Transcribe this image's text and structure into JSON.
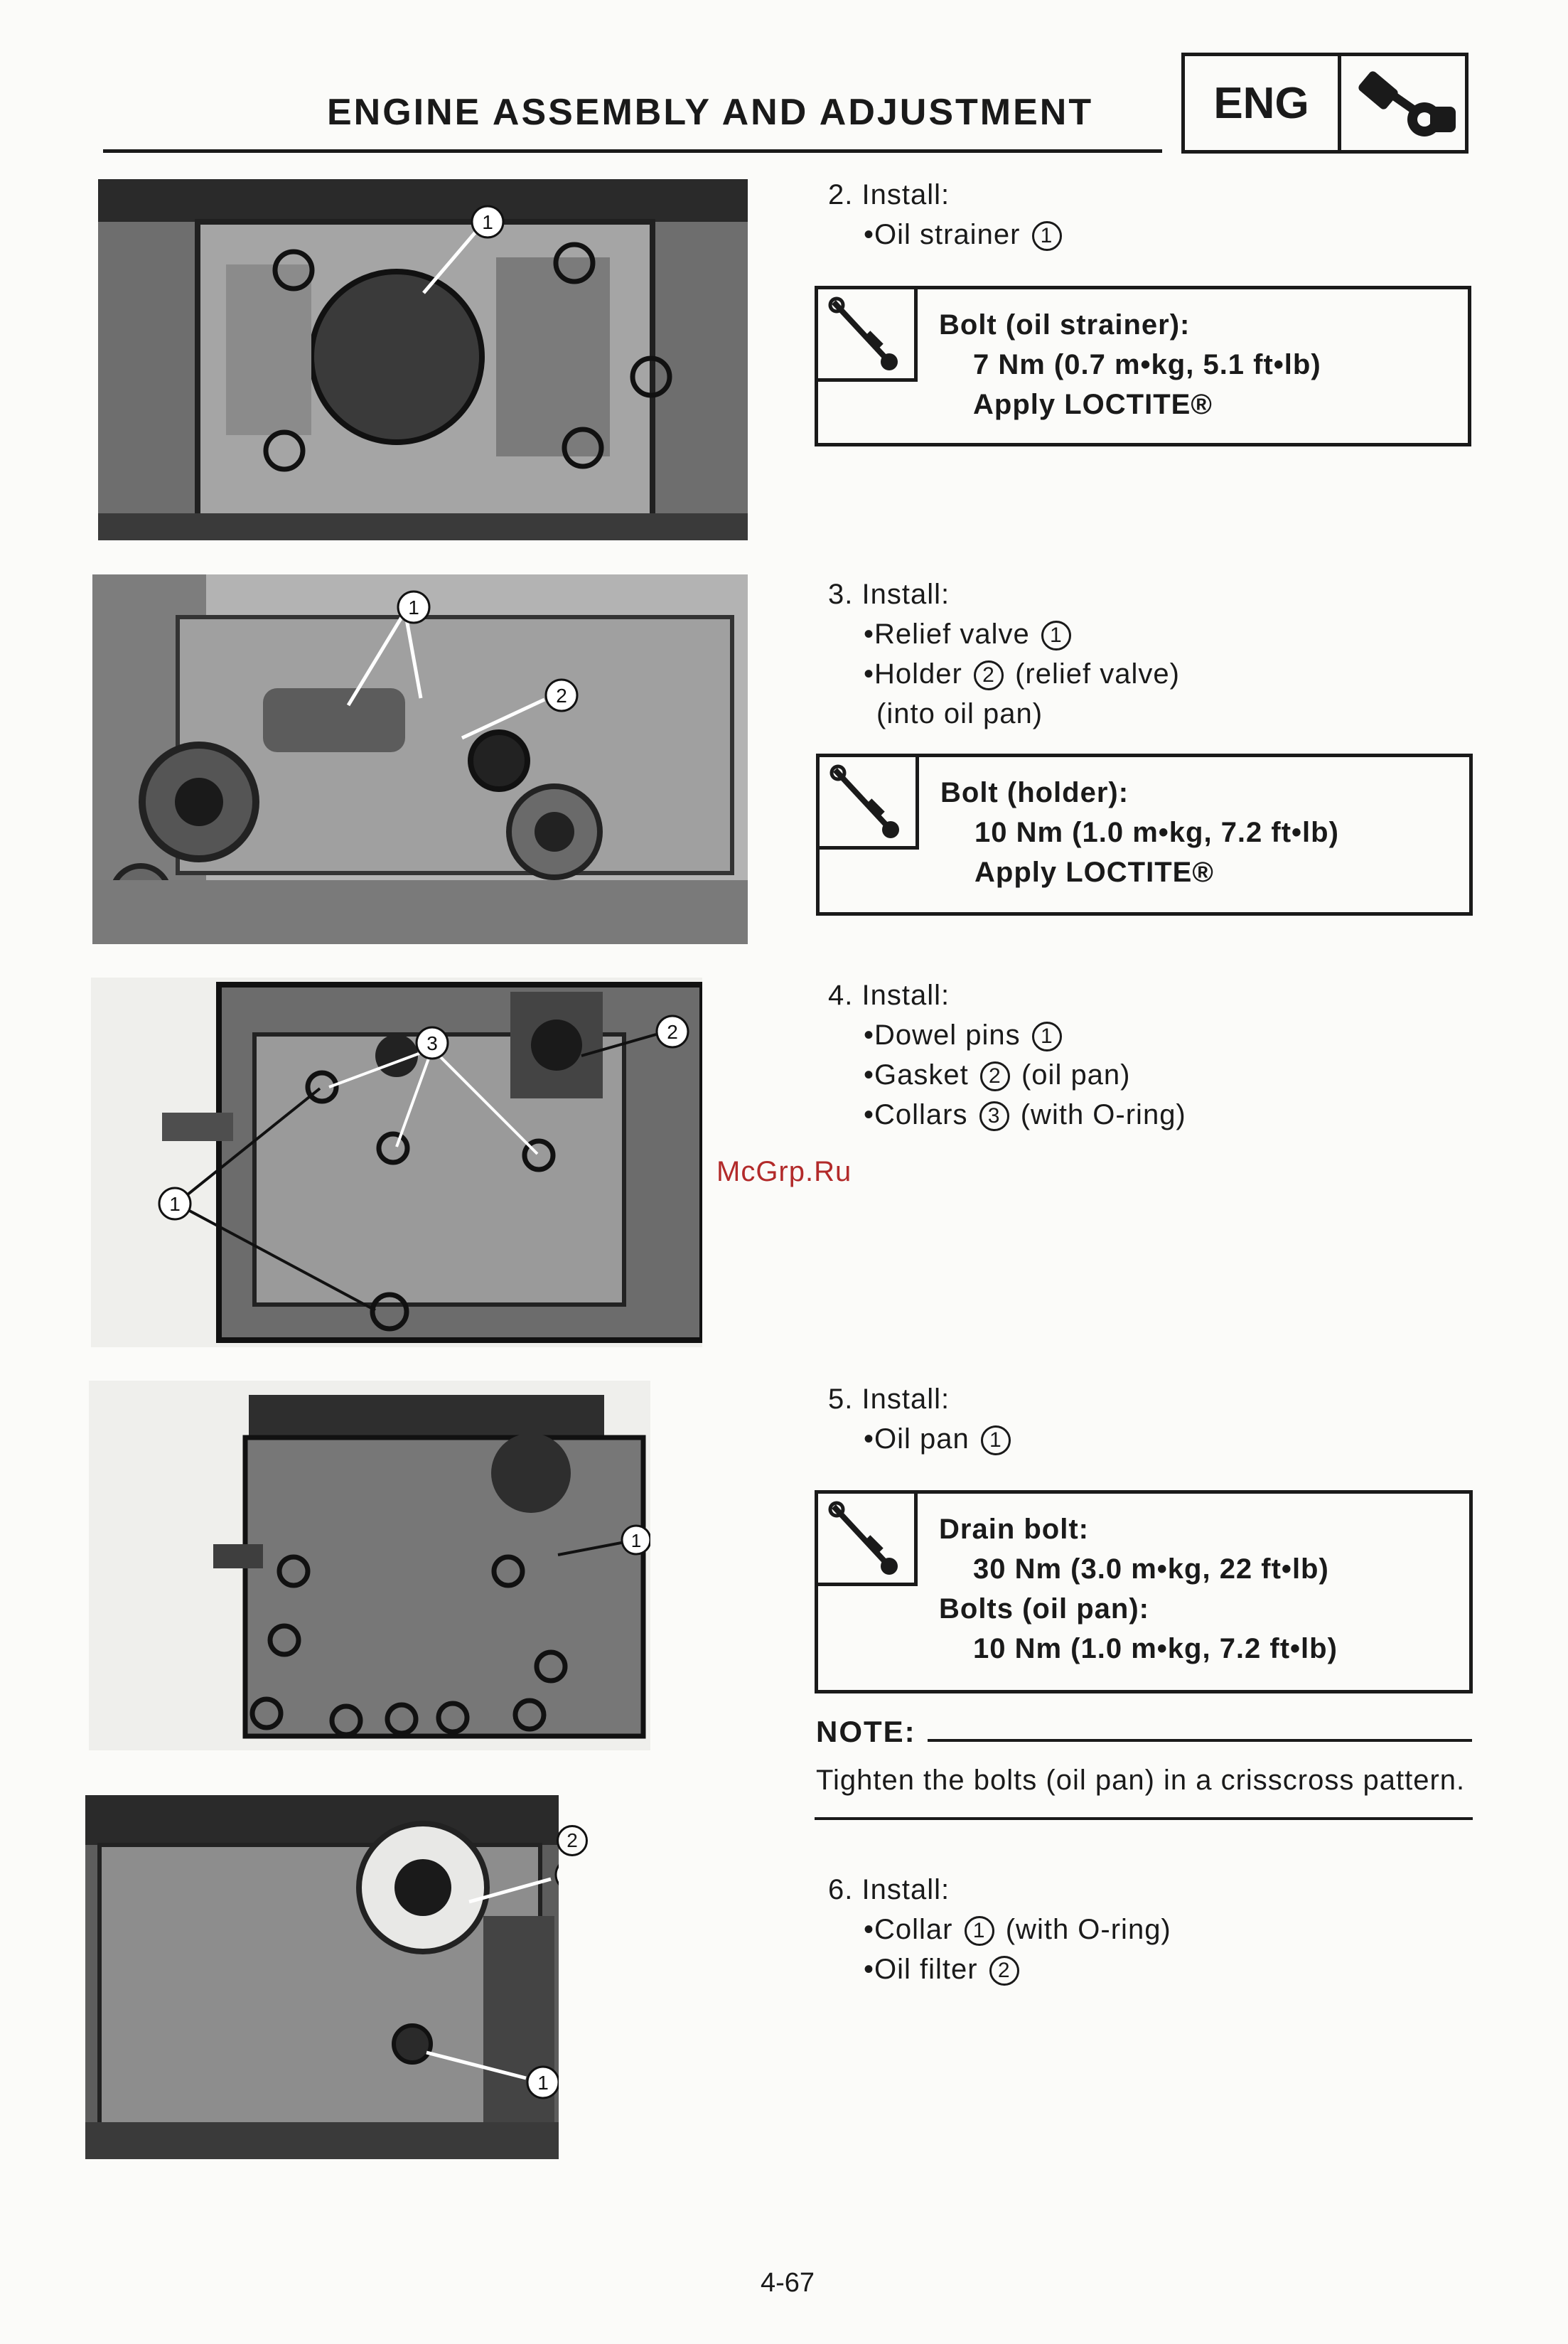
{
  "header": {
    "title": "ENGINE ASSEMBLY AND ADJUSTMENT",
    "section_label": "ENG",
    "section_icon": "engine-piston-icon"
  },
  "steps": [
    {
      "heading": "2. Install:",
      "items": [
        {
          "text": "•Oil strainer",
          "ref": "1"
        }
      ],
      "spec": [
        "Bolt (oil strainer):",
        "7 Nm (0.7 m•kg, 5.1 ft•lb)",
        "Apply LOCTITE®"
      ]
    },
    {
      "heading": "3. Install:",
      "items": [
        {
          "text": "•Relief valve",
          "ref": "1"
        },
        {
          "text": "•Holder",
          "ref": "2",
          "suffix": "(relief valve)"
        }
      ],
      "note_line": "(into oil pan)",
      "spec": [
        "Bolt (holder):",
        "10 Nm (1.0 m•kg, 7.2 ft•lb)",
        "Apply LOCTITE®"
      ]
    },
    {
      "heading": "4. Install:",
      "items": [
        {
          "text": "•Dowel pins",
          "ref": "1"
        },
        {
          "text": "•Gasket",
          "ref": "2",
          "suffix": "(oil pan)"
        },
        {
          "text": "•Collars",
          "ref": "3",
          "suffix": "(with O-ring)"
        }
      ]
    },
    {
      "heading": "5. Install:",
      "items": [
        {
          "text": "•Oil pan",
          "ref": "1"
        }
      ],
      "spec": [
        "Drain bolt:",
        "30 Nm (3.0 m•kg, 22 ft•lb)",
        "Bolts (oil pan):",
        "10 Nm (1.0 m•kg, 7.2 ft•lb)"
      ]
    },
    {
      "heading": "6. Install:",
      "items": [
        {
          "text": "•Collar",
          "ref": "1",
          "suffix": "(with O-ring)"
        },
        {
          "text": "•Oil filter",
          "ref": "2"
        }
      ]
    }
  ],
  "note": {
    "label": "NOTE:",
    "text": "Tighten the bolts (oil pan) in a crisscross pattern."
  },
  "photo_callouts": {
    "p1": [
      "1"
    ],
    "p2": [
      "1",
      "2"
    ],
    "p3": [
      "3",
      "2",
      "1"
    ],
    "p4": [
      "1"
    ],
    "p5": [
      "2",
      "1"
    ]
  },
  "watermark": "McGrp.Ru",
  "page_number": "4-67"
}
